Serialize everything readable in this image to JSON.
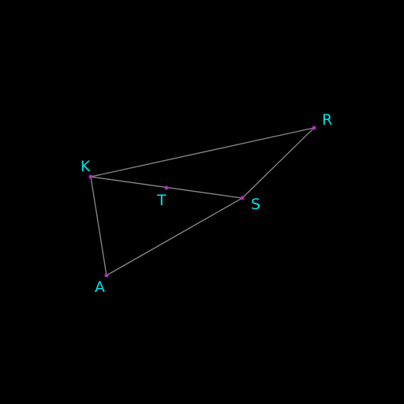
{
  "diagram": {
    "colors": {
      "background": "#000000",
      "segment": "#8a8a8a",
      "point": "#b030c0",
      "label": "#00e5ee"
    },
    "points": [
      {
        "id": "K",
        "label": "K"
      },
      {
        "id": "R",
        "label": "R"
      },
      {
        "id": "T",
        "label": "T"
      },
      {
        "id": "S",
        "label": "S"
      },
      {
        "id": "A",
        "label": "A"
      }
    ],
    "segments": [
      {
        "from": "K",
        "to": "R"
      },
      {
        "from": "K",
        "to": "S"
      },
      {
        "from": "R",
        "to": "S"
      },
      {
        "from": "S",
        "to": "A"
      },
      {
        "from": "K",
        "to": "A"
      }
    ]
  }
}
